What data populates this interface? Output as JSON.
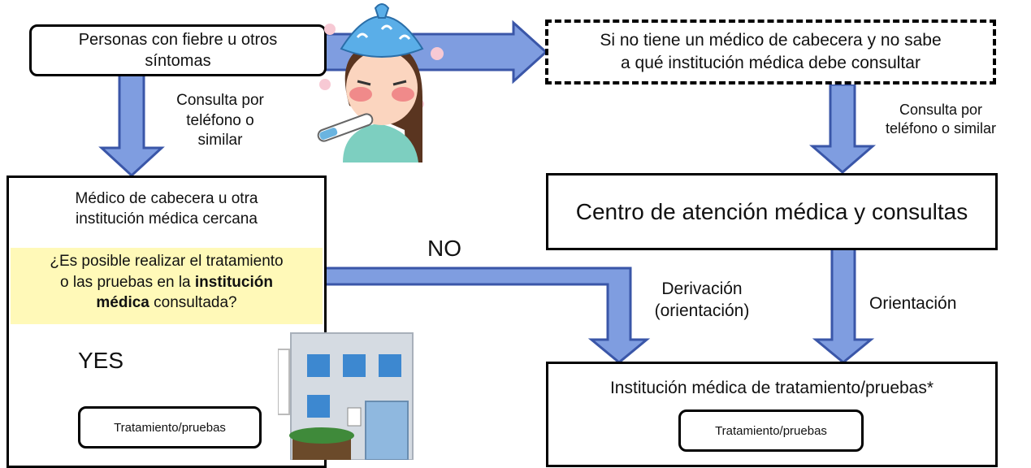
{
  "top_left_box": {
    "text": "Personas con fiebre u otros síntomas"
  },
  "top_right_box": {
    "line1": "Si no tiene un médico de cabecera y no sabe",
    "line2": "a qué institución médica debe consultar"
  },
  "left_consult_label": {
    "line1": "Consulta por",
    "line2": "teléfono o",
    "line3": "similar"
  },
  "right_consult_label": {
    "line1": "Consulta por",
    "line2": "teléfono o similar"
  },
  "left_main_box": {
    "line1": "Médico de cabecera u otra",
    "line2": "institución médica cercana",
    "question_part1": "¿Es posible realizar el tratamiento",
    "question_part2": "o las pruebas en la ",
    "question_bold1": "institución",
    "question_bold2": "médica",
    "question_part3": " consultada?"
  },
  "center_box": {
    "text": "Centro de atención médica y consultas"
  },
  "no_label": "NO",
  "yes_label": "YES",
  "referral_label": {
    "line1": "Derivación",
    "line2": "(orientación)"
  },
  "guidance_label": "Orientación",
  "treatment_institution_box": {
    "title": "Institución médica de tratamiento/pruebas*"
  },
  "treatment_left": "Tratamiento/pruebas",
  "treatment_right": "Tratamiento/pruebas",
  "colors": {
    "arrow_fill": "#7f9de0",
    "arrow_stroke": "#3a56a8",
    "highlight": "#fff9b8"
  }
}
